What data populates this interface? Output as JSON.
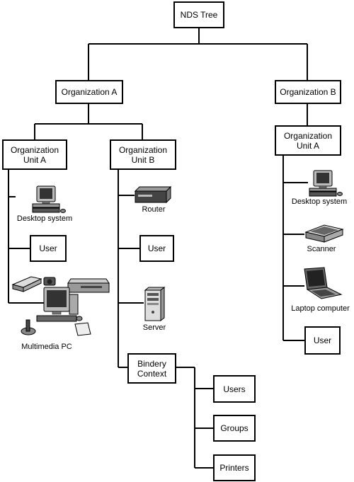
{
  "nodes": {
    "root": "NDS Tree",
    "org_a": "Organization A",
    "org_b": "Organization B",
    "ou_a": "Organization\nUnit A",
    "ou_b": "Organization\nUnit B",
    "ou_b_right": "Organization\nUnit A",
    "user_a": "User",
    "user_b": "User",
    "user_right": "User",
    "bindery": "Bindery\nContext",
    "users": "Users",
    "groups": "Groups",
    "printers": "Printers"
  },
  "labels": {
    "desktop_a": "Desktop system",
    "multimedia": "Multimedia PC",
    "router": "Router",
    "server": "Server",
    "desktop_right": "Desktop system",
    "scanner": "Scanner",
    "laptop": "Laptop computer"
  },
  "icons": {
    "desktop_a": "desktop-computer-icon",
    "multimedia": "multimedia-pc-icon",
    "router": "router-icon",
    "server": "server-tower-icon",
    "desktop_right": "desktop-computer-icon",
    "scanner": "flatbed-scanner-icon",
    "laptop": "laptop-icon"
  }
}
